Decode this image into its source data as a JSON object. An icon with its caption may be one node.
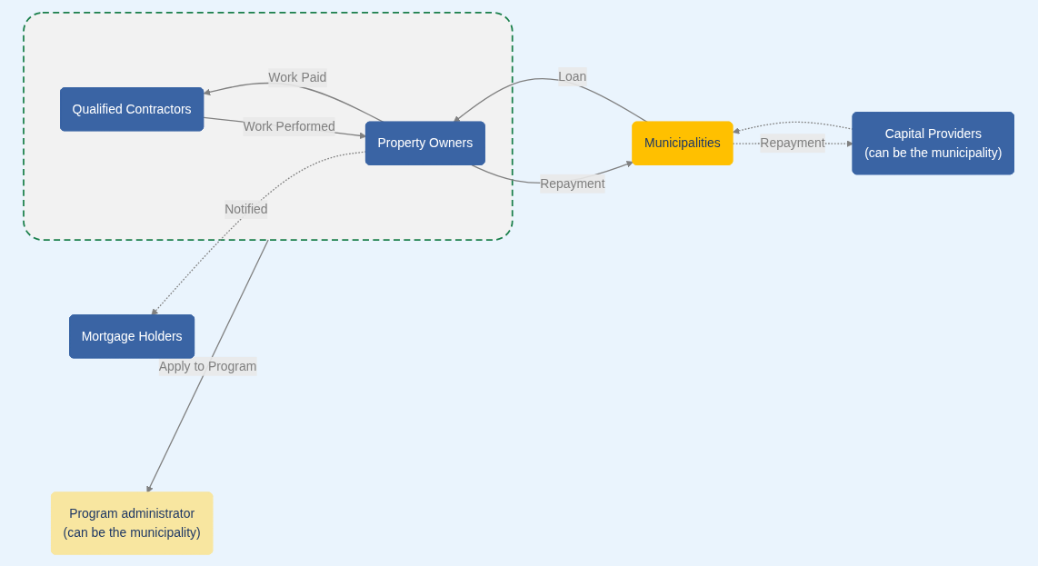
{
  "diagram": {
    "nodes": [
      {
        "text": [
          "Capital Providers",
          "(can be the municipality)"
        ]
      },
      {
        "text": [
          "Municipalities"
        ]
      },
      {
        "text": [
          "Program administrator",
          "(can be the municipality)"
        ]
      },
      {
        "text": [
          "Mortgage Holders"
        ]
      },
      {
        "text": [],
        "shape": "box"
      },
      {
        "text": [
          "Property Owners"
        ],
        "in": 4
      },
      {
        "text": [
          "Qualified Contractors"
        ],
        "in": 4
      }
    ],
    "edges": [
      {
        "from": 1,
        "to": 0,
        "arrow": "to",
        "label": "Repayment",
        "style": "dashed"
      },
      {
        "from": 0,
        "to": 1,
        "arrow": "to",
        "style": "dashed"
      },
      {
        "from": 1,
        "to": 5,
        "arrow": "to",
        "label": "Loan"
      },
      {
        "from": 5,
        "to": 1,
        "arrow": "to",
        "label": "Repayment"
      },
      {
        "from": 5,
        "to": 3,
        "arrow": "to",
        "label": "Notified",
        "style": "dashed"
      },
      {
        "from": 4,
        "to": 2,
        "arrow": "to",
        "label": "Apply to Program"
      },
      {
        "from": 5,
        "to": 6,
        "arrow": "to",
        "label": "Work Paid"
      },
      {
        "from": 6,
        "to": 5,
        "arrow": "to",
        "label": "Work Performed"
      }
    ]
  }
}
